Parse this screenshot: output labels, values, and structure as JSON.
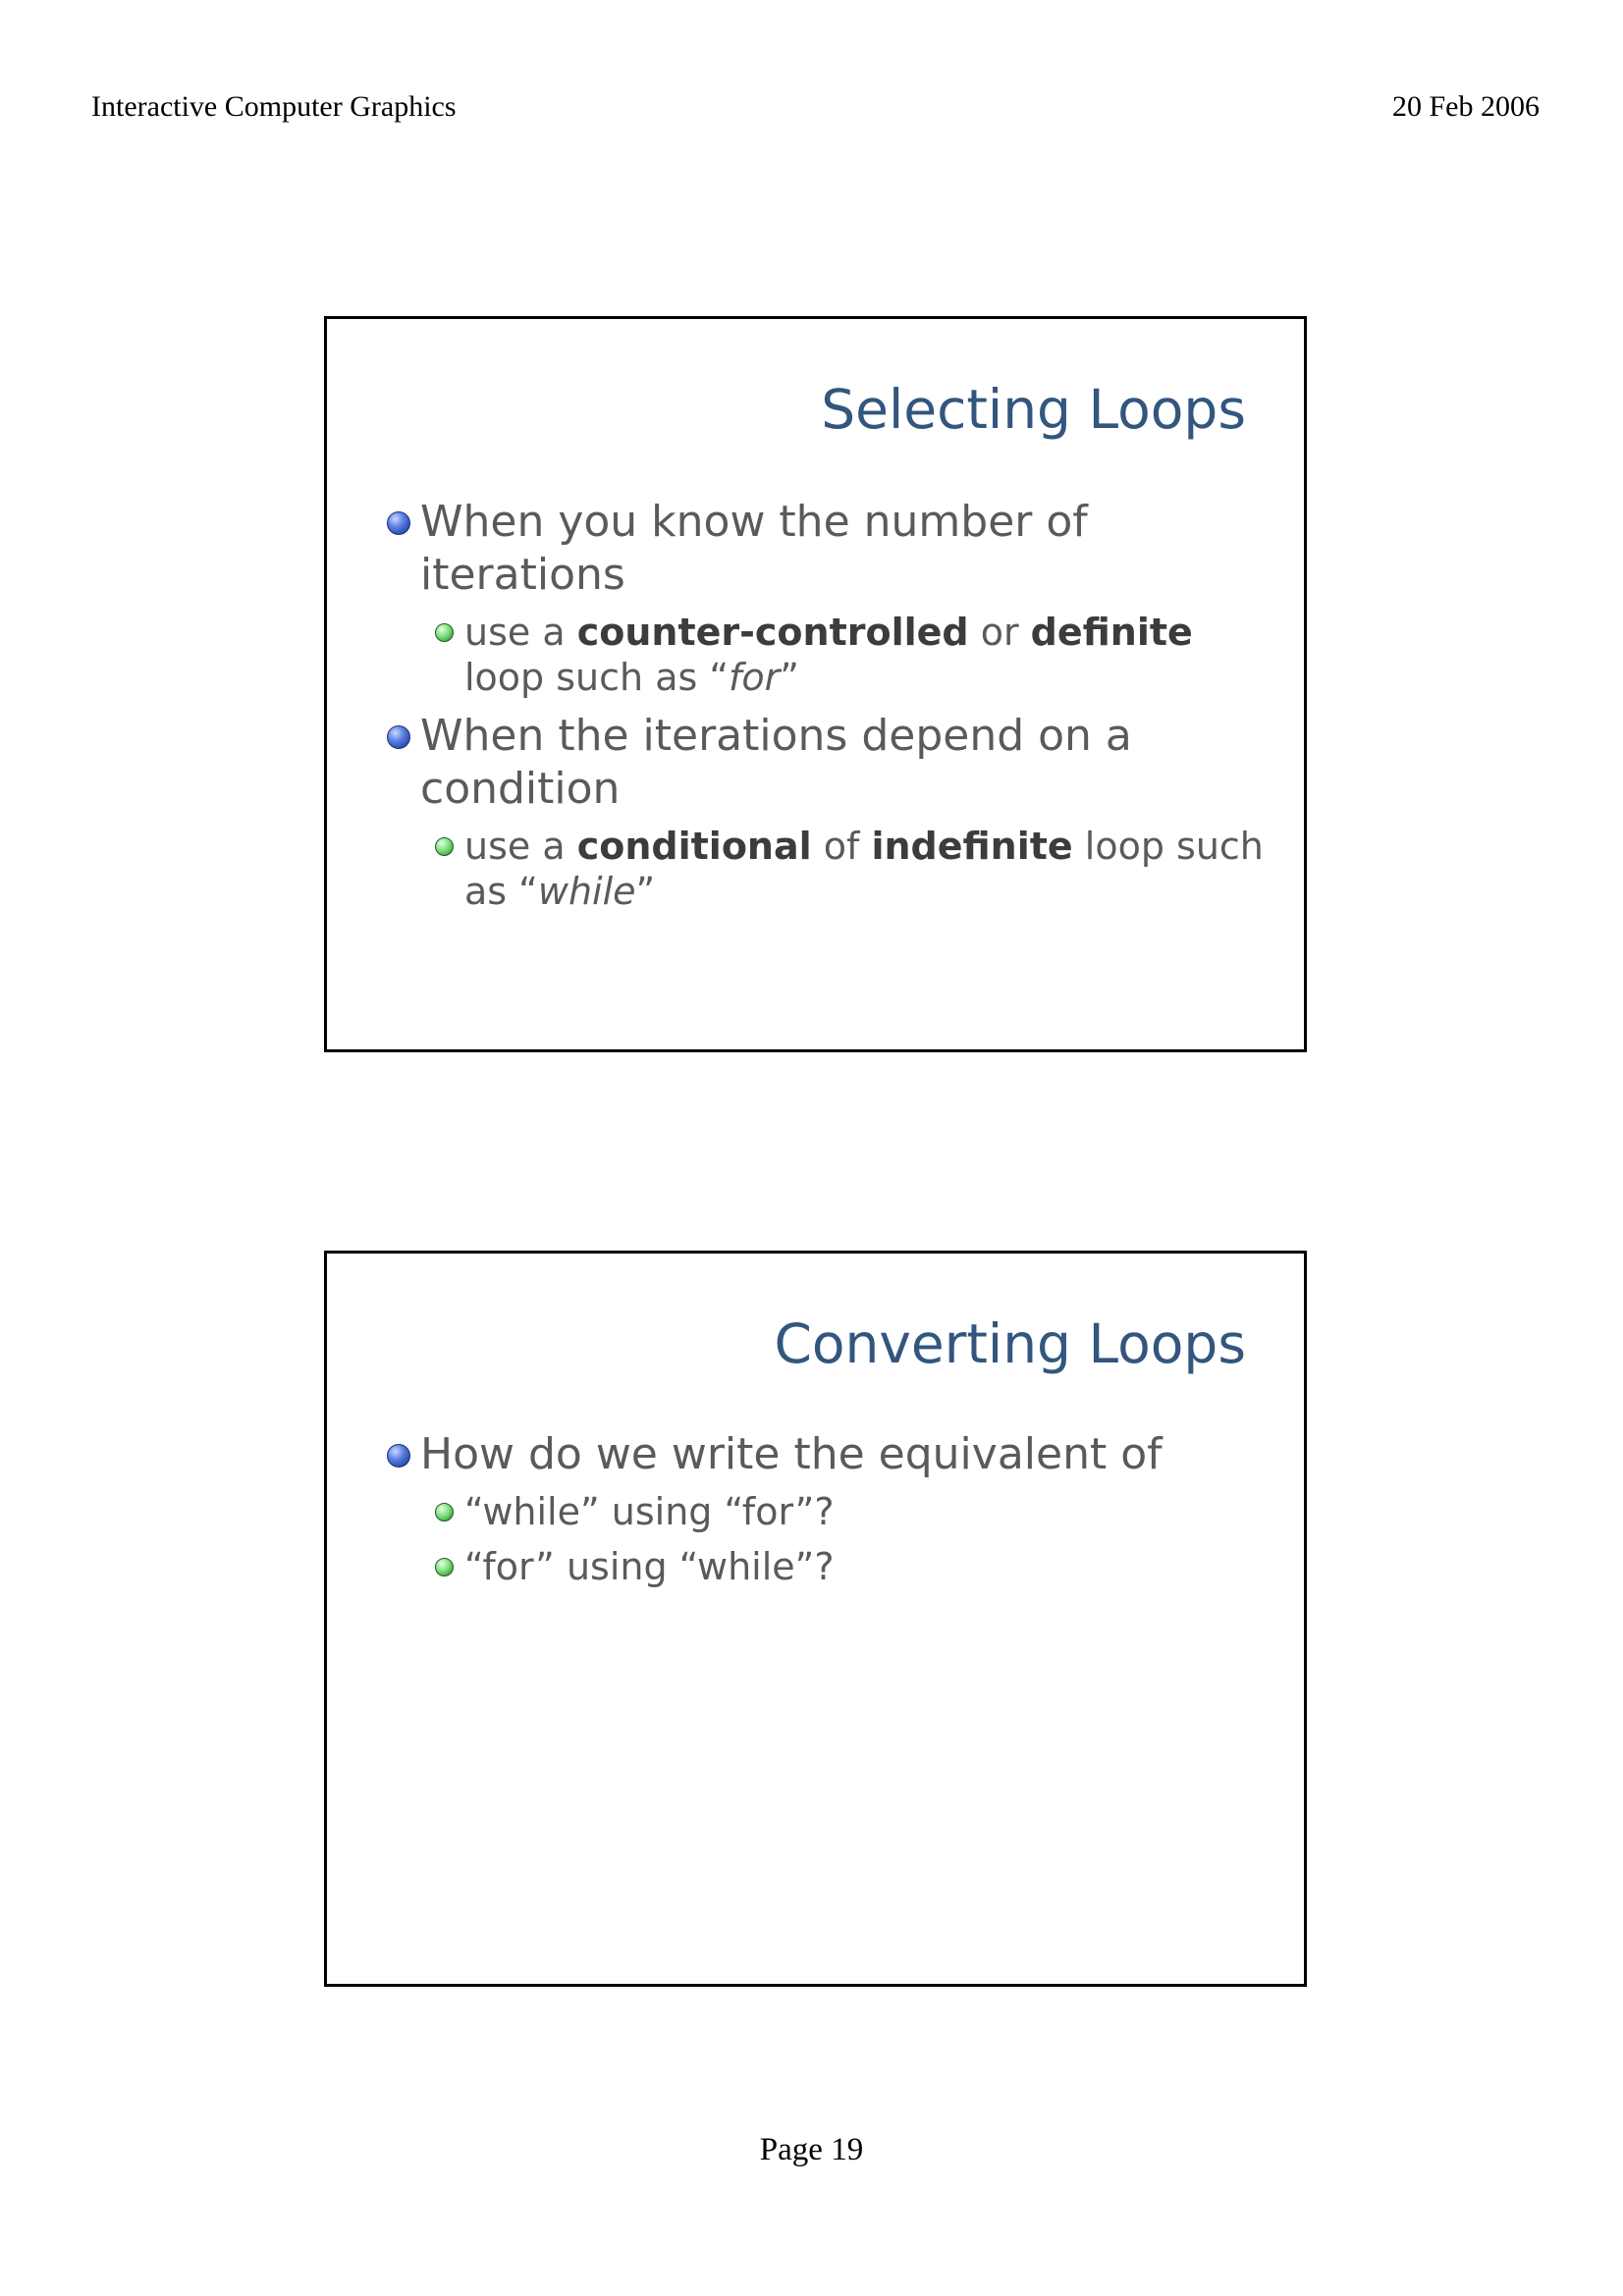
{
  "header": {
    "left": "Interactive Computer Graphics",
    "right": "20 Feb 2006"
  },
  "footer": {
    "page": "Page 19"
  },
  "slides": [
    {
      "title": "Selecting Loops",
      "bullets": [
        {
          "text": "When you know the number of iterations",
          "sub": {
            "t1": "use a ",
            "b1": "counter-controlled",
            "t2": " or ",
            "b2": "definite",
            "t3": " loop such as “",
            "i1": "for",
            "t4": "”"
          }
        },
        {
          "text": "When the iterations depend on a condition",
          "sub": {
            "t1": "use a ",
            "b1": "conditional",
            "t2": " of ",
            "b2": "indefinite",
            "t3": " loop such as “",
            "i1": "while",
            "t4": "”"
          }
        }
      ]
    },
    {
      "title": "Converting Loops",
      "bullets": [
        {
          "text": "How do we write the equivalent of",
          "subs": [
            "“while” using “for”?",
            "“for” using “while”?"
          ]
        }
      ]
    }
  ]
}
